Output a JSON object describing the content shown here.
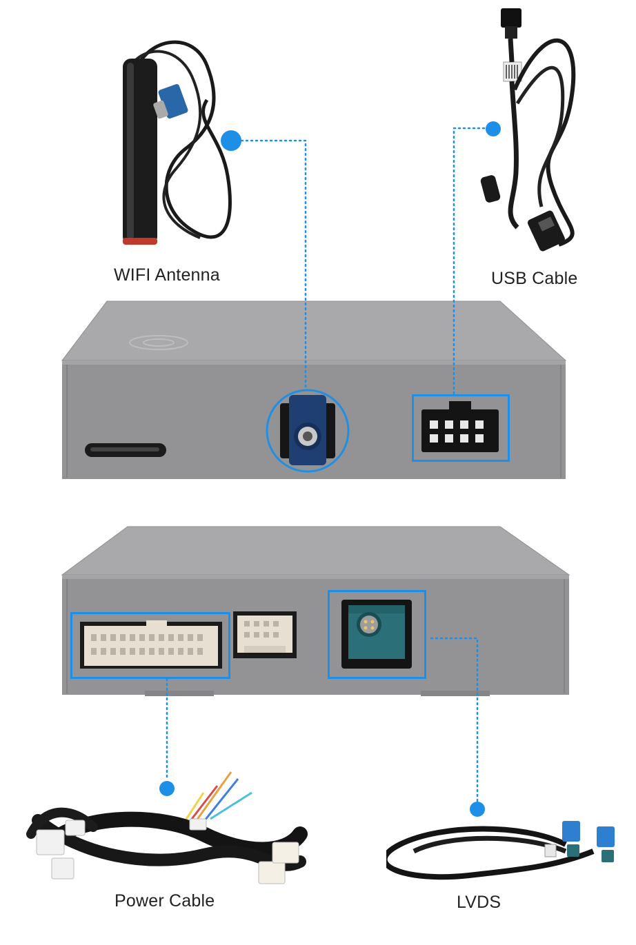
{
  "labels": {
    "wifi_antenna": "WIFI Antenna",
    "usb_cable": "USB Cable",
    "power_cable": "Power Cable",
    "lvds": "LVDS"
  },
  "colors": {
    "accent_blue": "#1e8fe6",
    "connector_navy": "#1f3f73",
    "connector_teal": "#2b6f78",
    "box_gray": "#9a9a9c"
  }
}
